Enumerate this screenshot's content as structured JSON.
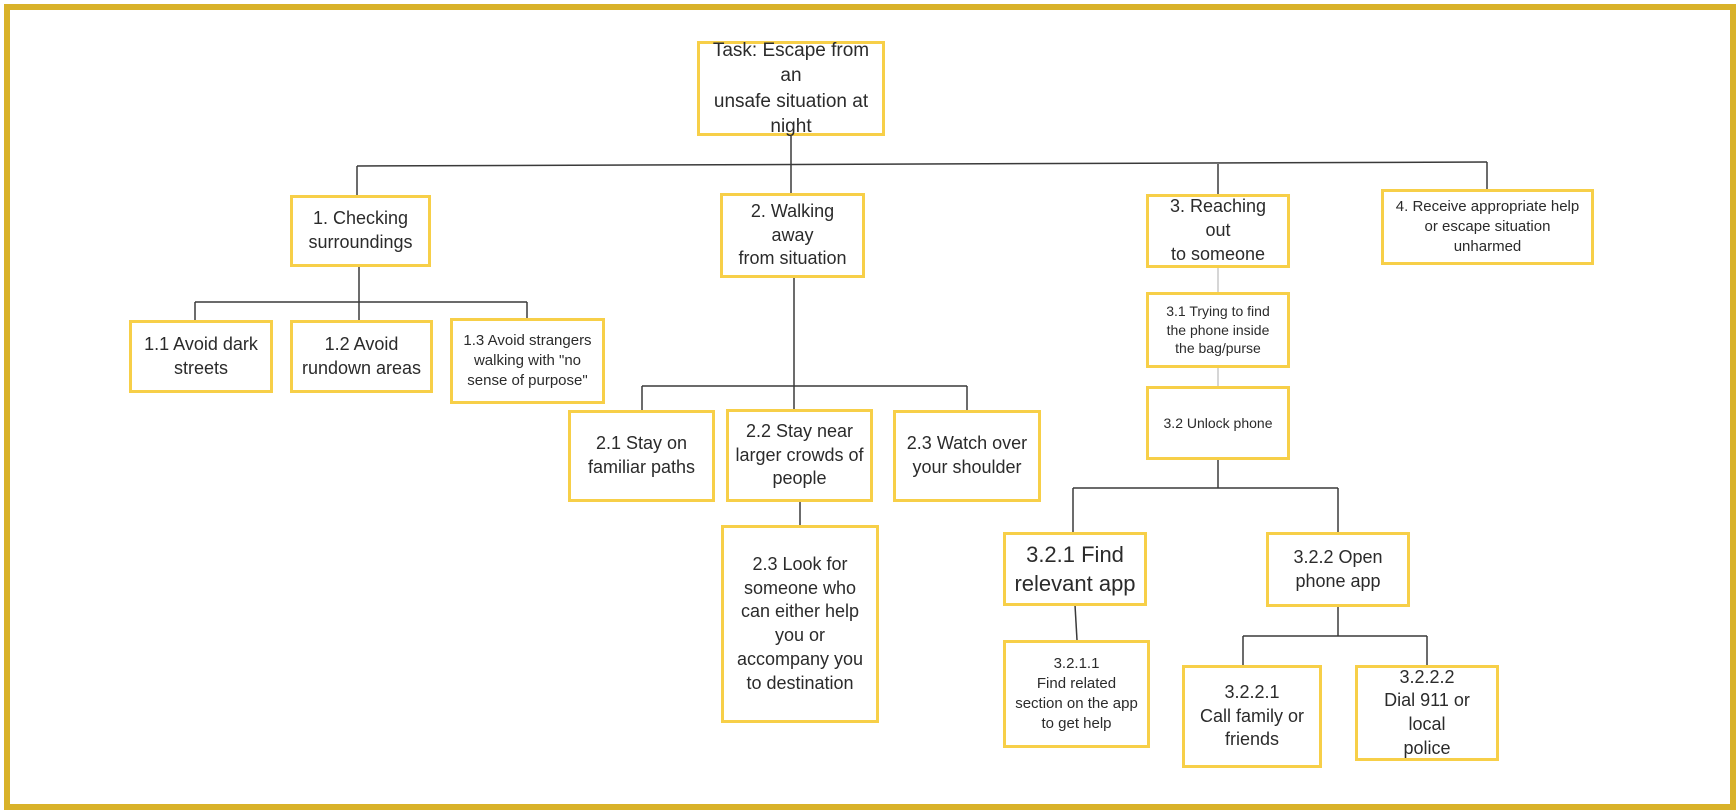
{
  "frame_color": "#d9b229",
  "node_border_color": "#f7cf48",
  "nodes": {
    "root": "Task: Escape from an\nunsafe situation at\nnight",
    "n1": "1. Checking\nsurroundings",
    "n1_1": "1.1 Avoid dark\nstreets",
    "n1_2": "1.2 Avoid\nrundown areas",
    "n1_3": "1.3 Avoid strangers\nwalking with \"no\nsense of purpose\"",
    "n2": "2. Walking away\nfrom situation",
    "n2_1": "2.1 Stay on\nfamiliar paths",
    "n2_2": "2.2 Stay near\nlarger crowds of\npeople",
    "n2_3a": "2.3 Watch over\nyour shoulder",
    "n2_3b": "2.3 Look for\nsomeone who\ncan either help\nyou or\naccompany you\nto destination",
    "n3": "3. Reaching out\nto someone",
    "n3_1": "3.1 Trying to find\nthe phone inside\nthe bag/purse",
    "n3_2": "3.2 Unlock phone",
    "n3_2_1": "3.2.1 Find\nrelevant app",
    "n3_2_1_1": "3.2.1.1\nFind related\nsection on the app\nto get help",
    "n3_2_2": "3.2.2 Open\nphone app",
    "n3_2_2_1": "3.2.2.1\nCall family or\nfriends",
    "n3_2_2_2": "3.2.2.2\nDial 911 or local\npolice",
    "n4": "4. Receive appropriate help\nor escape situation\nunharmed"
  }
}
